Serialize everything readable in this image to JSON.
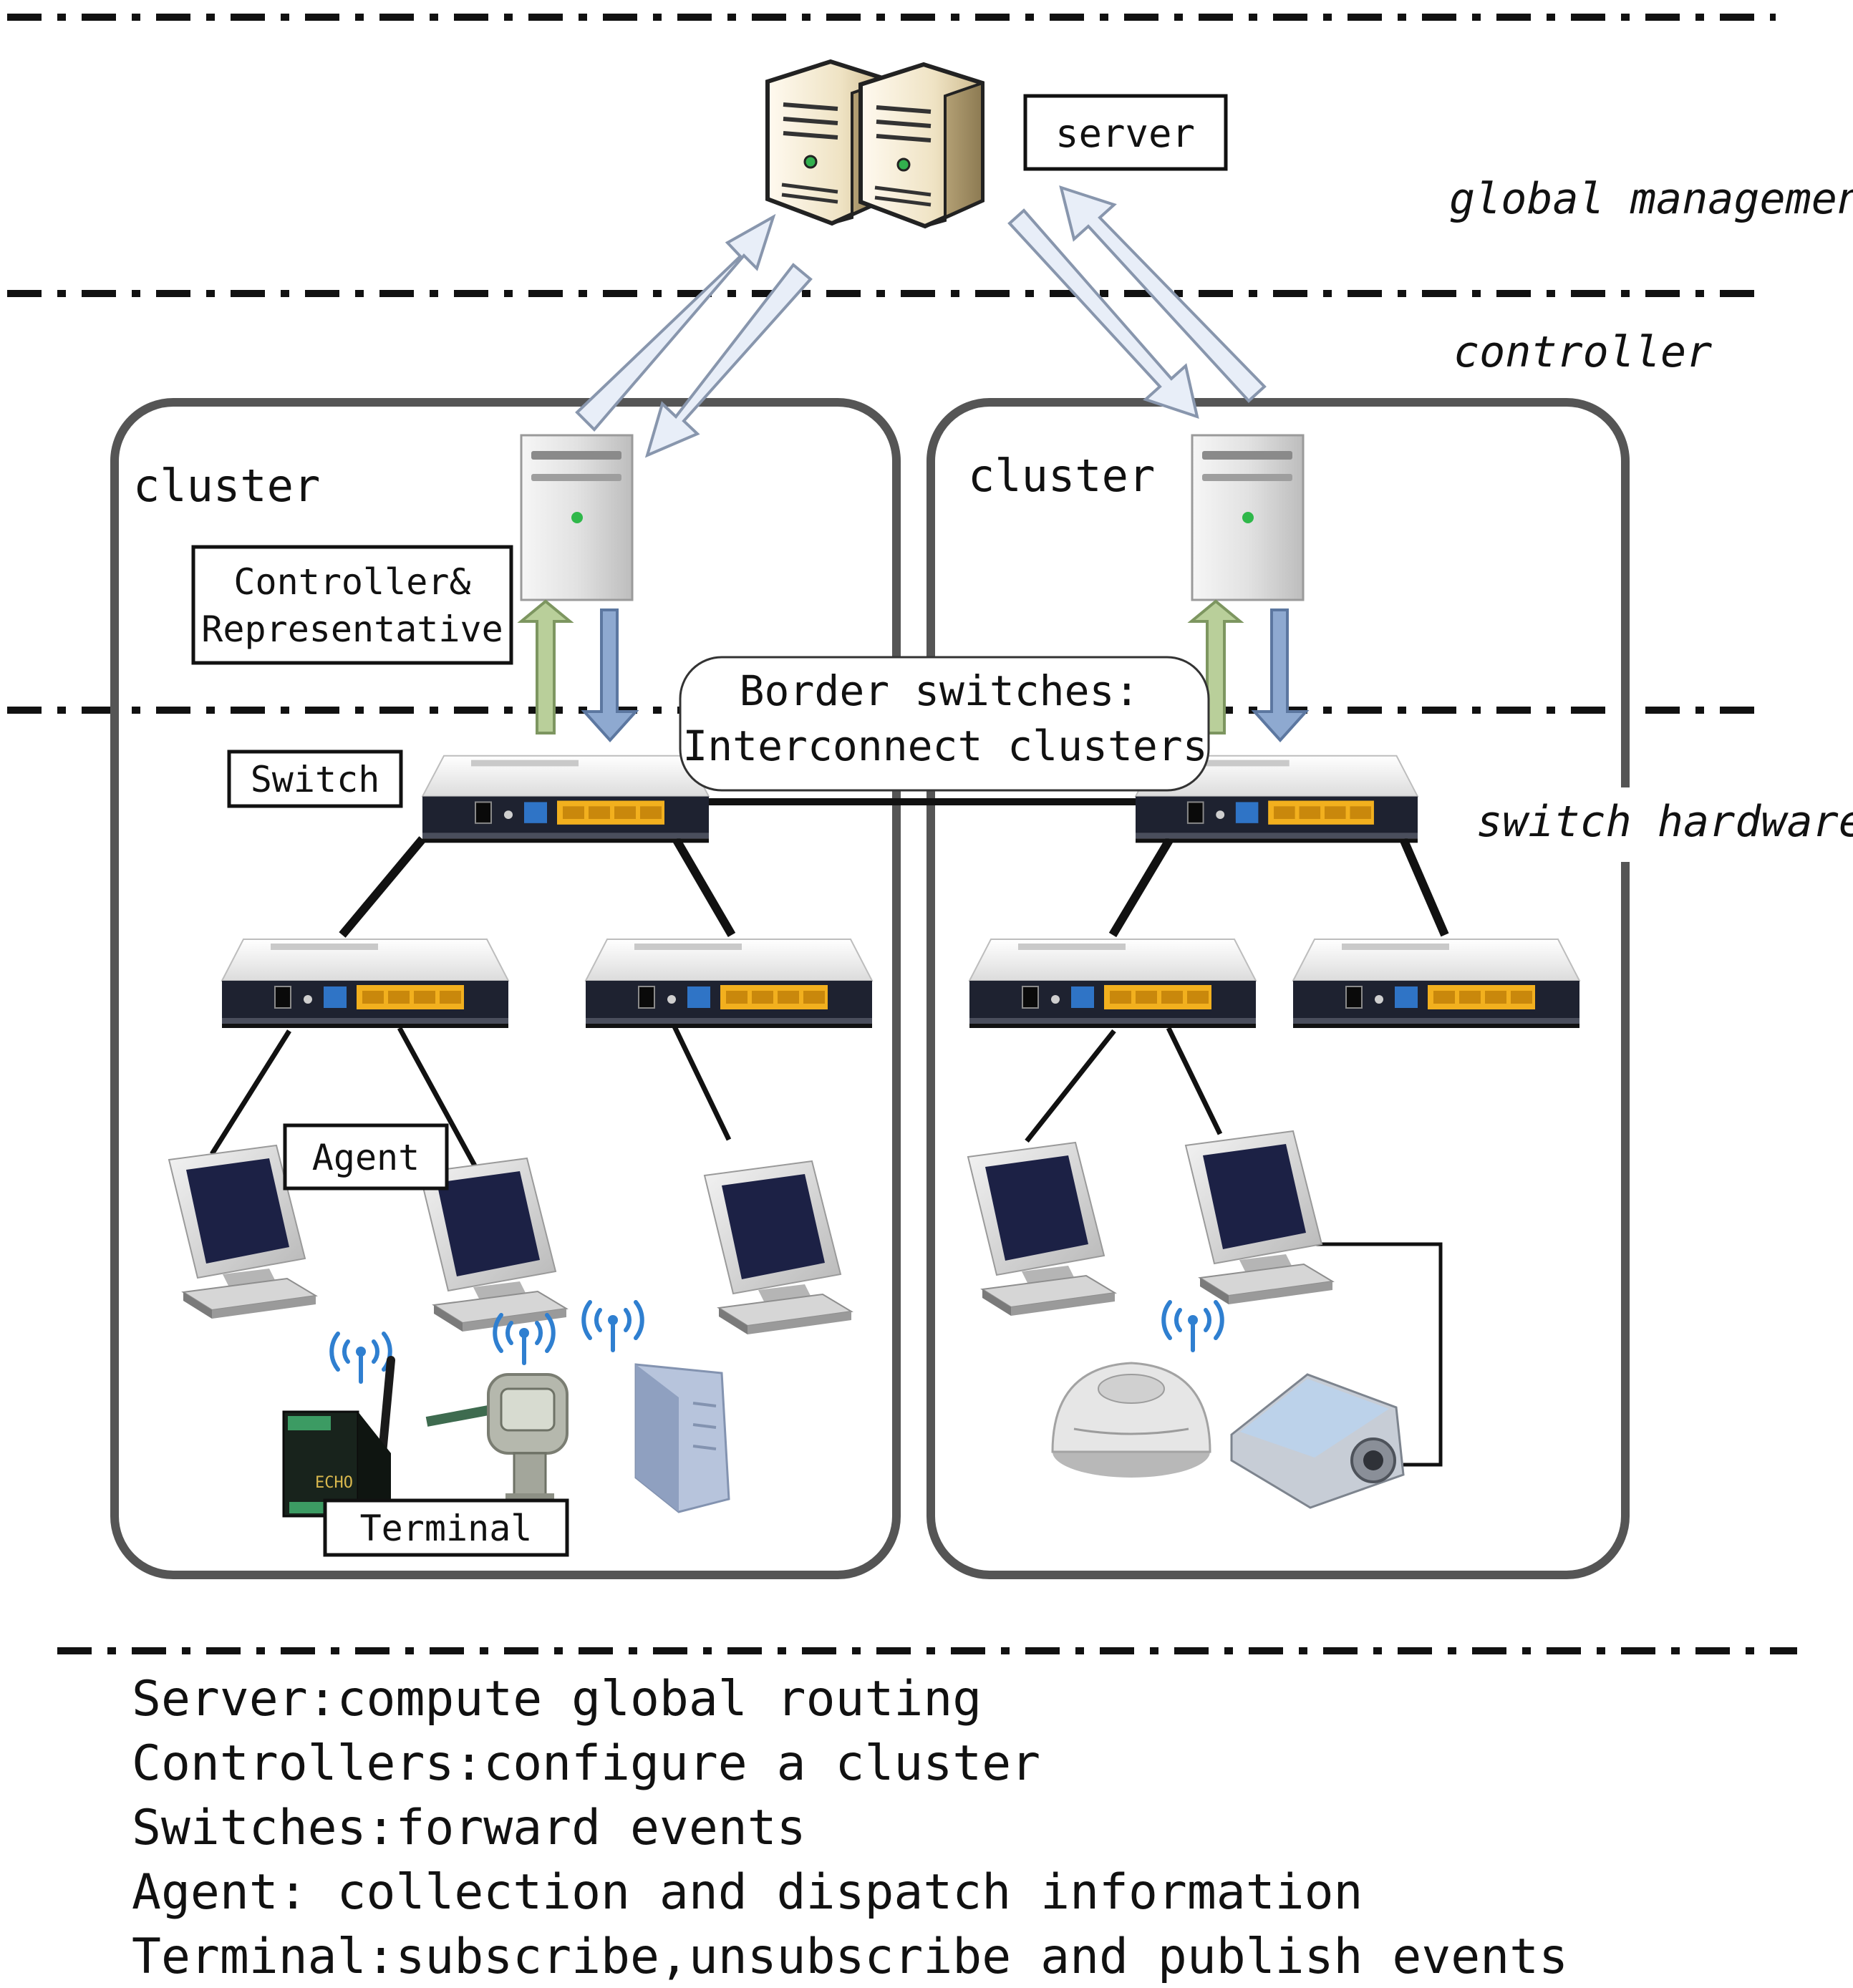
{
  "layers": {
    "global_management": "global management",
    "controller": "controller",
    "switch_hardware": "switch hardware"
  },
  "labels": {
    "server": "server",
    "cluster_left": "cluster",
    "cluster_right": "cluster",
    "controller_rep_line1": "Controller&",
    "controller_rep_line2": "Representative",
    "border_line1": "Border switches:",
    "border_line2": "Interconnect clusters",
    "switch": "Switch",
    "agent": "Agent",
    "terminal": "Terminal",
    "device_brand": "ECHO"
  },
  "legend": [
    "Server:compute global routing",
    "Controllers:configure a cluster",
    "Switches:forward events",
    "Agent: collection and dispatch information",
    "Terminal:subscribe,unsubscribe and publish events"
  ],
  "colors": {
    "frame": "#555555",
    "arrow_fill": "#e8eef8",
    "arrow_stroke": "#8896ad",
    "up_arrow": "#b9cf9a",
    "down_arrow": "#8ea9d0",
    "switch_port": "#f2b01e",
    "screen": "#1c2145"
  }
}
